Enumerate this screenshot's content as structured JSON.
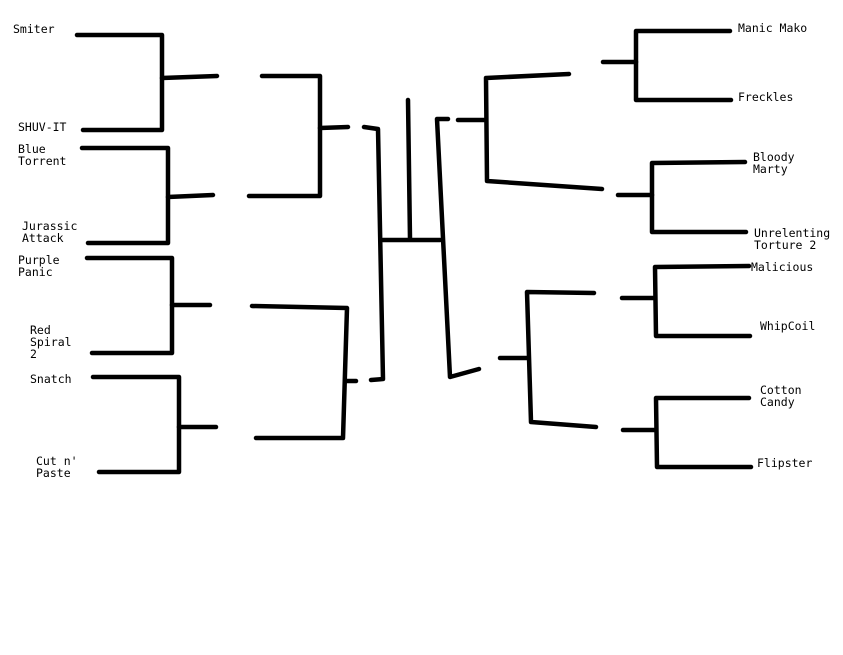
{
  "bracket": {
    "left_teams": [
      "Smiter",
      "SHUV-IT",
      "Blue\nTorrent",
      "Jurassic\nAttack",
      "Purple\nPanic",
      "Red\nSpiral\n2",
      "Snatch",
      "Cut n'\nPaste"
    ],
    "right_teams": [
      "Manic Mako",
      "Freckles",
      "Bloody\nMarty",
      "Unrelenting\nTorture 2",
      "Malicious",
      "WhipCoil",
      "Cotton\nCandy",
      "Flipster"
    ],
    "colors": {
      "line": "#000000",
      "background": "#ffffff"
    }
  }
}
